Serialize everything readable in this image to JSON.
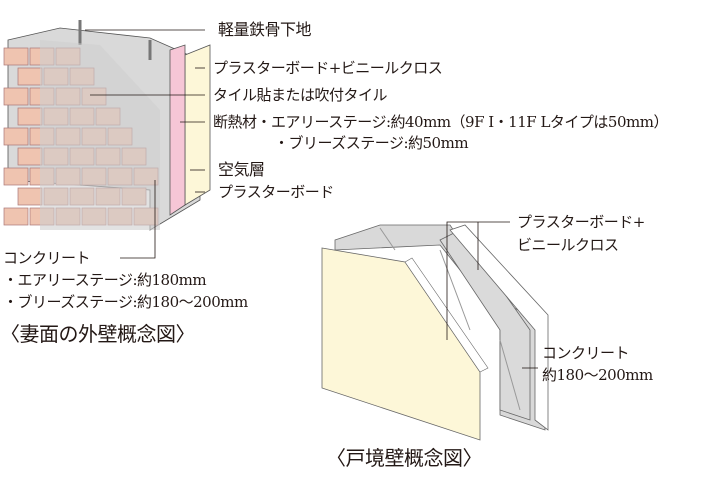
{
  "exterior_wall": {
    "caption": "〈妻面の外壁概念図〉",
    "labels": {
      "steel_frame": "軽量鉄骨下地",
      "board_cloth": "プラスターボード+ビニールクロス",
      "tile": "タイル貼または吹付タイル",
      "insulation_1": "断熱材・エアリーステージ:約40mm（9F I・11F Lタイプは50mm）",
      "insulation_2": "・ブリーズステージ:約50mm",
      "air_layer": "空気層",
      "plaster_board": "プラスターボード",
      "concrete_title": "コンクリート",
      "concrete_1": "・エアリーステージ:約180mm",
      "concrete_2": "・ブリーズステージ:約180〜200mm"
    }
  },
  "party_wall": {
    "caption": "〈戸境壁概念図〉",
    "labels": {
      "board_1": "プラスターボード+",
      "board_2": "ビニールクロス",
      "concrete_title": "コンクリート",
      "concrete_thickness": "約180〜200mm"
    }
  },
  "colors": {
    "brick": "#efc4b0",
    "concrete": "#d9d9d9",
    "board": "#fdf7d8",
    "insulation": "#f6c6d6"
  }
}
